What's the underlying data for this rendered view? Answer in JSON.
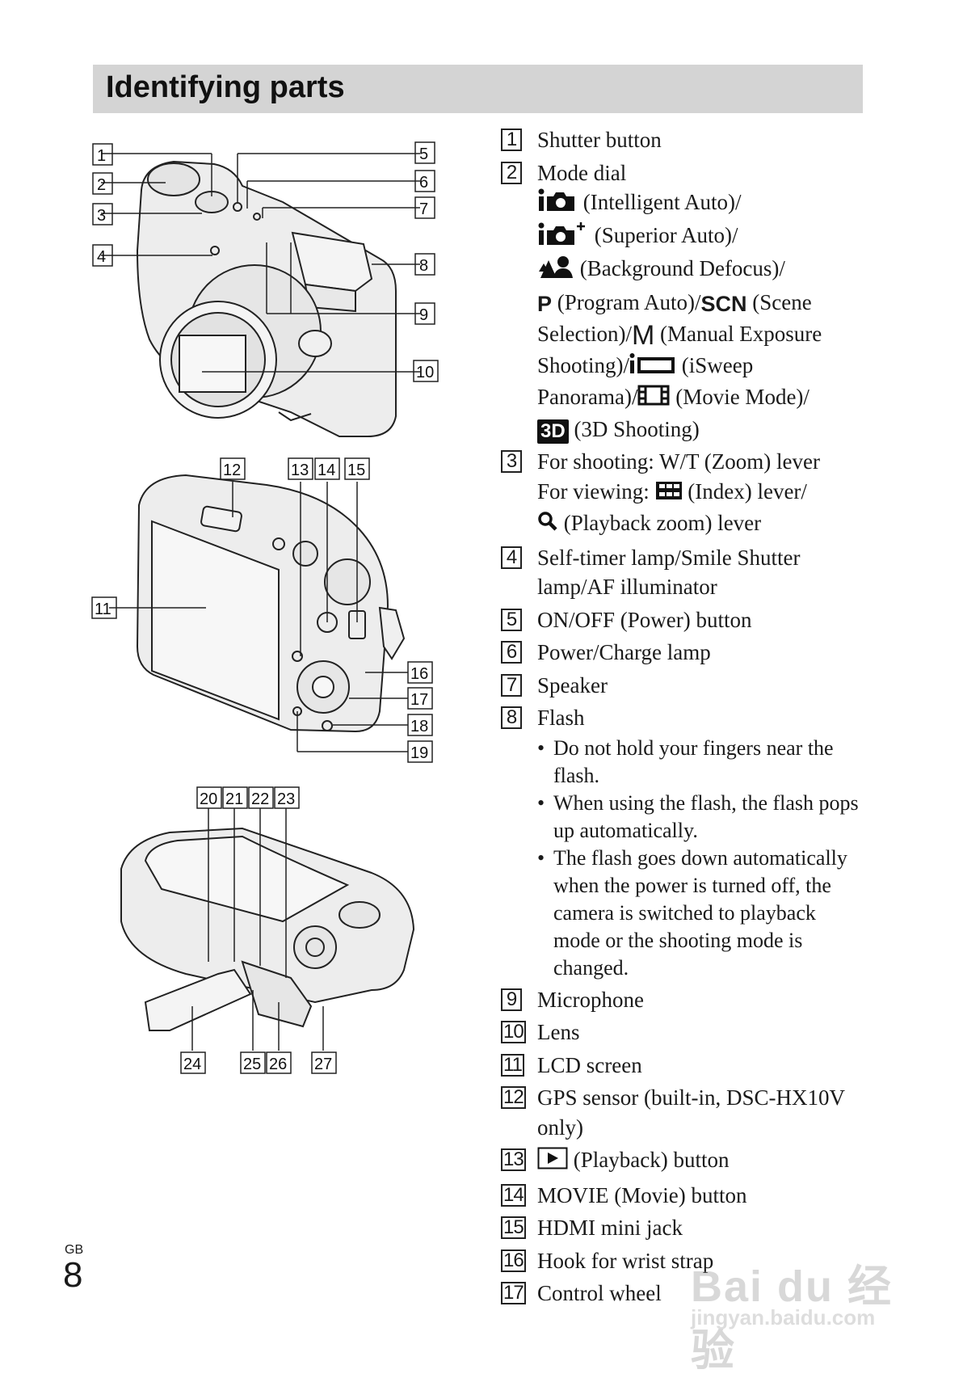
{
  "header": {
    "title": "Identifying parts"
  },
  "diagrams": {
    "front_callouts": [
      "1",
      "2",
      "3",
      "4",
      "5",
      "6",
      "7",
      "8",
      "9",
      "10"
    ],
    "back_callouts": [
      "11",
      "12",
      "13",
      "14",
      "15",
      "16",
      "17",
      "18",
      "19"
    ],
    "bottom_callouts": [
      "20",
      "21",
      "22",
      "23",
      "24",
      "25",
      "26",
      "27"
    ]
  },
  "parts": {
    "p1": {
      "num": "1",
      "label": "Shutter button"
    },
    "p2": {
      "num": "2",
      "label": "Mode dial",
      "m1": "(Intelligent Auto)/",
      "m2": "(Superior Auto)/",
      "m3": "(Background Defocus)/",
      "m4": "(Program Auto)/",
      "m4b": "(Scene",
      "m5": "Selection)/",
      "m5b": "(Manual Exposure",
      "m6": "Shooting)/",
      "m6b": "(iSweep",
      "m7": "Panorama)/",
      "m7b": "(Movie Mode)/",
      "m8": "(3D Shooting)"
    },
    "p3": {
      "num": "3",
      "line1": "For shooting: W/T (Zoom) lever",
      "line2a": "For viewing:",
      "line2b": "(Index) lever/",
      "line3": "(Playback zoom) lever"
    },
    "p4": {
      "num": "4",
      "label": "Self-timer lamp/Smile Shutter lamp/AF illuminator"
    },
    "p5": {
      "num": "5",
      "label": "ON/OFF (Power) button"
    },
    "p6": {
      "num": "6",
      "label": "Power/Charge lamp"
    },
    "p7": {
      "num": "7",
      "label": "Speaker"
    },
    "p8": {
      "num": "8",
      "label": "Flash",
      "b1": "Do not hold your fingers near the flash.",
      "b2": "When using the flash, the flash pops up automatically.",
      "b3": "The flash goes down automatically when the power is turned off, the camera is switched to playback mode or the shooting mode is changed."
    },
    "p9": {
      "num": "9",
      "label": "Microphone"
    },
    "p10": {
      "num": "10",
      "label": "Lens"
    },
    "p11": {
      "num": "11",
      "label": "LCD screen"
    },
    "p12": {
      "num": "12",
      "label": "GPS sensor (built-in, DSC-HX10V only)"
    },
    "p13": {
      "num": "13",
      "label": "(Playback) button"
    },
    "p14": {
      "num": "14",
      "label": "MOVIE (Movie) button"
    },
    "p15": {
      "num": "15",
      "label": "HDMI mini jack"
    },
    "p16": {
      "num": "16",
      "label": "Hook for wrist strap"
    },
    "p17": {
      "num": "17",
      "label": "Control wheel"
    }
  },
  "glyphs": {
    "scn": "SCN",
    "three_d": "3D",
    "mode_p": "P",
    "mode_m": "M"
  },
  "footer": {
    "lang": "GB",
    "page": "8"
  },
  "watermark": {
    "main": "Bai du 经验",
    "url": "jingyan.baidu.com"
  }
}
